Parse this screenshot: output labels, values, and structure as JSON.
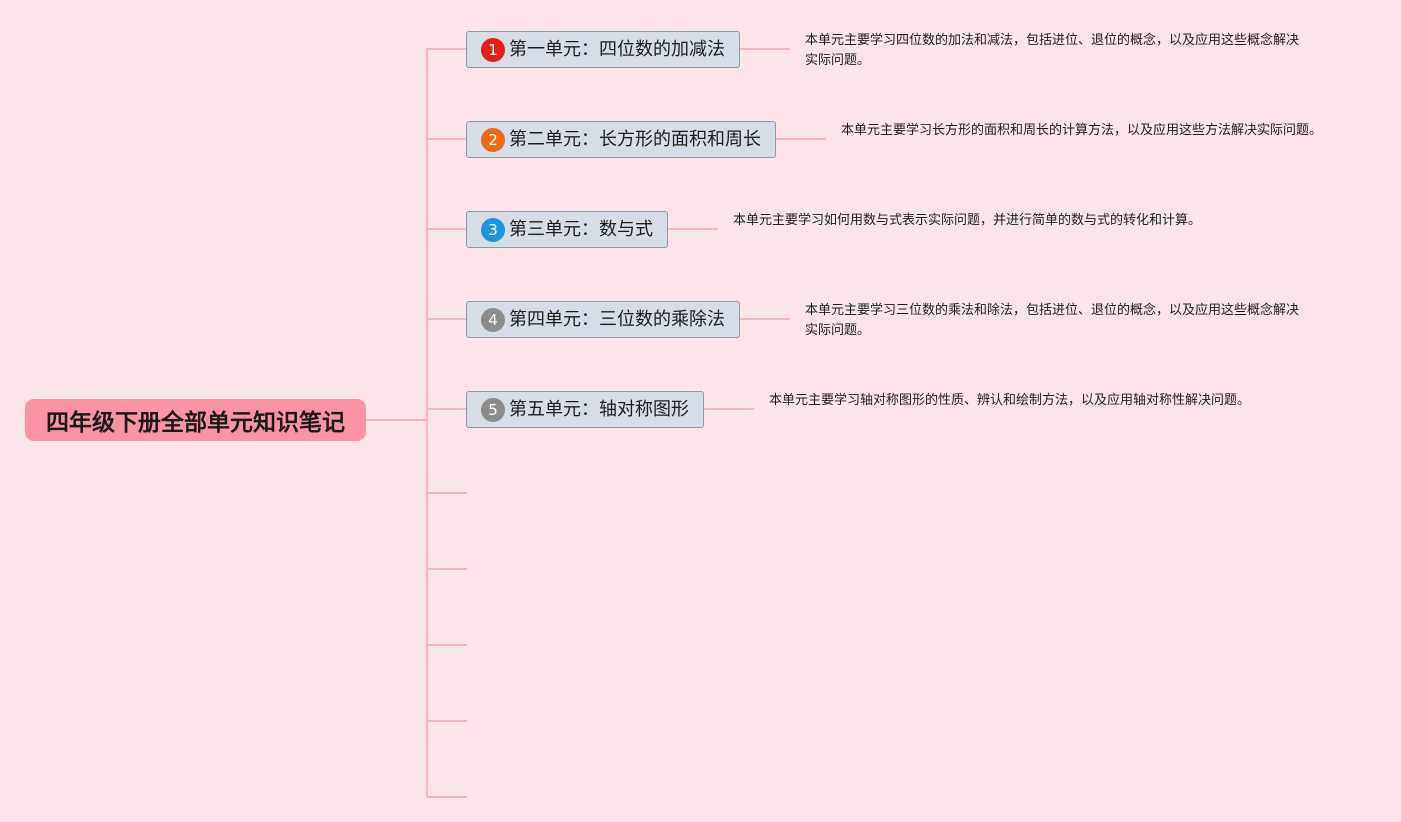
{
  "root": {
    "title": "四年级下册全部单元知识笔记"
  },
  "units": [
    {
      "badge": "1",
      "title": "第一单元：四位数的加减法",
      "note": "本单元主要学习四位数的加法和减法，包括进位、退位的概念，以及应用这些概念解决实际问题。"
    },
    {
      "badge": "2",
      "title": "第二单元：长方形的面积和周长",
      "note": "本单元主要学习长方形的面积和周长的计算方法，以及应用这些方法解决实际问题。"
    },
    {
      "badge": "3",
      "title": "第三单元：数与式",
      "note": "本单元主要学习如何用数与式表示实际问题，并进行简单的数与式的转化和计算。"
    },
    {
      "badge": "4",
      "title": "第四单元：三位数的乘除法",
      "note": "本单元主要学习三位数的乘法和除法，包括进位、退位的概念，以及应用这些概念解决实际问题。"
    },
    {
      "badge": "5",
      "title": "第五单元：轴对称图形",
      "note": "本单元主要学习轴对称图形的性质、辨认和绘制方法，以及应用轴对称性解决问题。"
    }
  ],
  "colors": {
    "background": "#fde4ea",
    "root_fill": "#fb93a7",
    "connector": "#f4a4b8",
    "unit_fill": "#d6dde6",
    "unit_border": "#8b9aa7",
    "badge_1": "#e0201c",
    "badge_2": "#ee6a14",
    "badge_3": "#1e96de",
    "badge_4": "#8c8c8c",
    "badge_5": "#8c8c8c"
  }
}
